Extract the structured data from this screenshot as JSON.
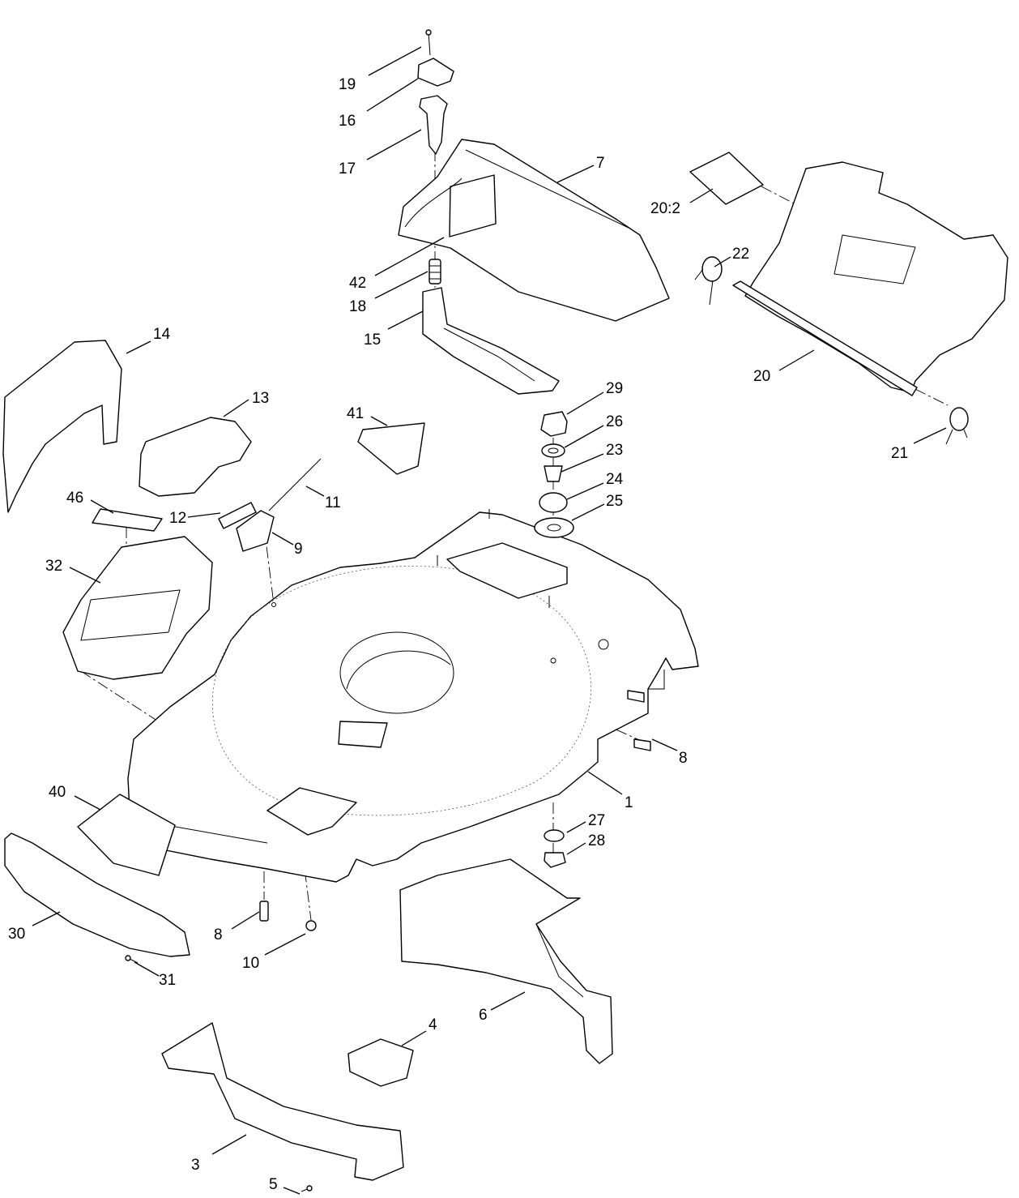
{
  "callouts": [
    {
      "id": "c19",
      "label": "19"
    },
    {
      "id": "c16",
      "label": "16"
    },
    {
      "id": "c17",
      "label": "17"
    },
    {
      "id": "c7",
      "label": "7"
    },
    {
      "id": "c20_2",
      "label": "20:2"
    },
    {
      "id": "c22",
      "label": "22"
    },
    {
      "id": "c42",
      "label": "42"
    },
    {
      "id": "c18",
      "label": "18"
    },
    {
      "id": "c15",
      "label": "15"
    },
    {
      "id": "c14",
      "label": "14"
    },
    {
      "id": "c20",
      "label": "20"
    },
    {
      "id": "c13",
      "label": "13"
    },
    {
      "id": "c29",
      "label": "29"
    },
    {
      "id": "c41",
      "label": "41"
    },
    {
      "id": "c26",
      "label": "26"
    },
    {
      "id": "c23",
      "label": "23"
    },
    {
      "id": "c21",
      "label": "21"
    },
    {
      "id": "c24",
      "label": "24"
    },
    {
      "id": "c46",
      "label": "46"
    },
    {
      "id": "c11",
      "label": "11"
    },
    {
      "id": "c25",
      "label": "25"
    },
    {
      "id": "c12",
      "label": "12"
    },
    {
      "id": "c9",
      "label": "9"
    },
    {
      "id": "c32",
      "label": "32"
    },
    {
      "id": "c8a",
      "label": "8"
    },
    {
      "id": "c40",
      "label": "40"
    },
    {
      "id": "c1",
      "label": "1"
    },
    {
      "id": "c27",
      "label": "27"
    },
    {
      "id": "c28",
      "label": "28"
    },
    {
      "id": "c30",
      "label": "30"
    },
    {
      "id": "c8b",
      "label": "8"
    },
    {
      "id": "c10",
      "label": "10"
    },
    {
      "id": "c31",
      "label": "31"
    },
    {
      "id": "c6",
      "label": "6"
    },
    {
      "id": "c4",
      "label": "4"
    },
    {
      "id": "c3",
      "label": "3"
    },
    {
      "id": "c5",
      "label": "5"
    }
  ]
}
